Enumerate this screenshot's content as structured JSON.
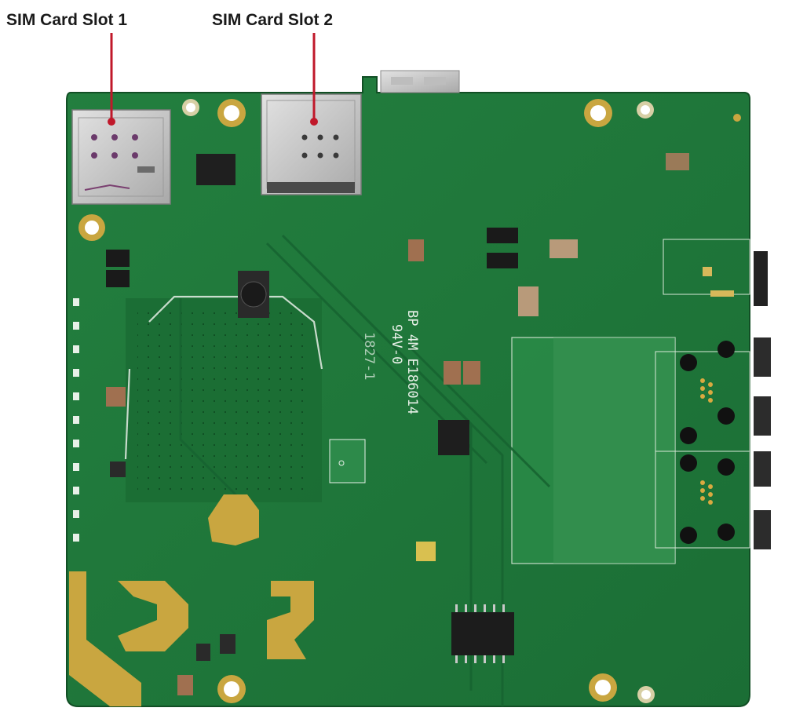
{
  "callouts": {
    "slot1": {
      "label": "SIM Card Slot 1"
    },
    "slot2": {
      "label": "SIM Card Slot 2"
    }
  },
  "board_markings": {
    "line1": "BP 4M E186014",
    "line2": "94V-0",
    "line3": "1827-1"
  },
  "colors": {
    "pcb": "#1f7a3a",
    "pcb_dark": "#155f2c",
    "callout_line": "#c0182a",
    "gold": "#c9a640",
    "metal": "#c8c8c8"
  }
}
